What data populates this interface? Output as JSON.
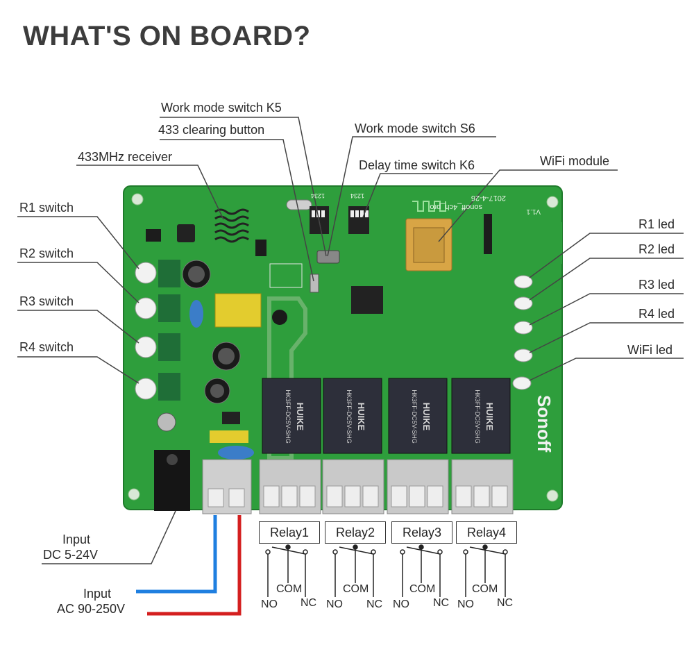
{
  "title": "WHAT'S ON BOARD?",
  "labels": {
    "work_mode_k5": "Work mode switch K5",
    "clearing_button": "433 clearing button",
    "receiver": "433MHz receiver",
    "work_mode_s6": "Work mode switch S6",
    "delay_k6": "Delay time switch K6",
    "wifi_module": "WiFi module",
    "r1_switch": "R1 switch",
    "r2_switch": "R2 switch",
    "r3_switch": "R3 switch",
    "r4_switch": "R4 switch",
    "r1_led": "R1 led",
    "r2_led": "R2 led",
    "r3_led": "R3 led",
    "r4_led": "R4 led",
    "wifi_led": "WiFi led",
    "input_dc_line1": "Input",
    "input_dc_line2": "DC 5-24V",
    "input_ac_line1": "Input",
    "input_ac_line2": "AC 90-250V"
  },
  "relays": [
    {
      "name": "Relay1",
      "com": "COM",
      "no": "NO",
      "nc": "NC"
    },
    {
      "name": "Relay2",
      "com": "COM",
      "no": "NO",
      "nc": "NC"
    },
    {
      "name": "Relay3",
      "com": "COM",
      "no": "NO",
      "nc": "NC"
    },
    {
      "name": "Relay4",
      "com": "COM",
      "no": "NO",
      "nc": "NC"
    }
  ],
  "board": {
    "brand": "Sonoff",
    "relay_brand": "HUIKE",
    "relay_model": "HK3FF-DC5V-SHG",
    "version": "V1.1",
    "date": "2017-4-26",
    "dip_label": "1234",
    "board_name": "sonoff_4ch_pro"
  },
  "colors": {
    "pcb": "#2e9e3c",
    "pcb_dark": "#1f7a2b",
    "relay": "#2d2f3a",
    "terminal": "#c9c9c9",
    "wire_blue": "#1f7fe0",
    "wire_red": "#d41f1f",
    "title": "#3c3c3c"
  }
}
